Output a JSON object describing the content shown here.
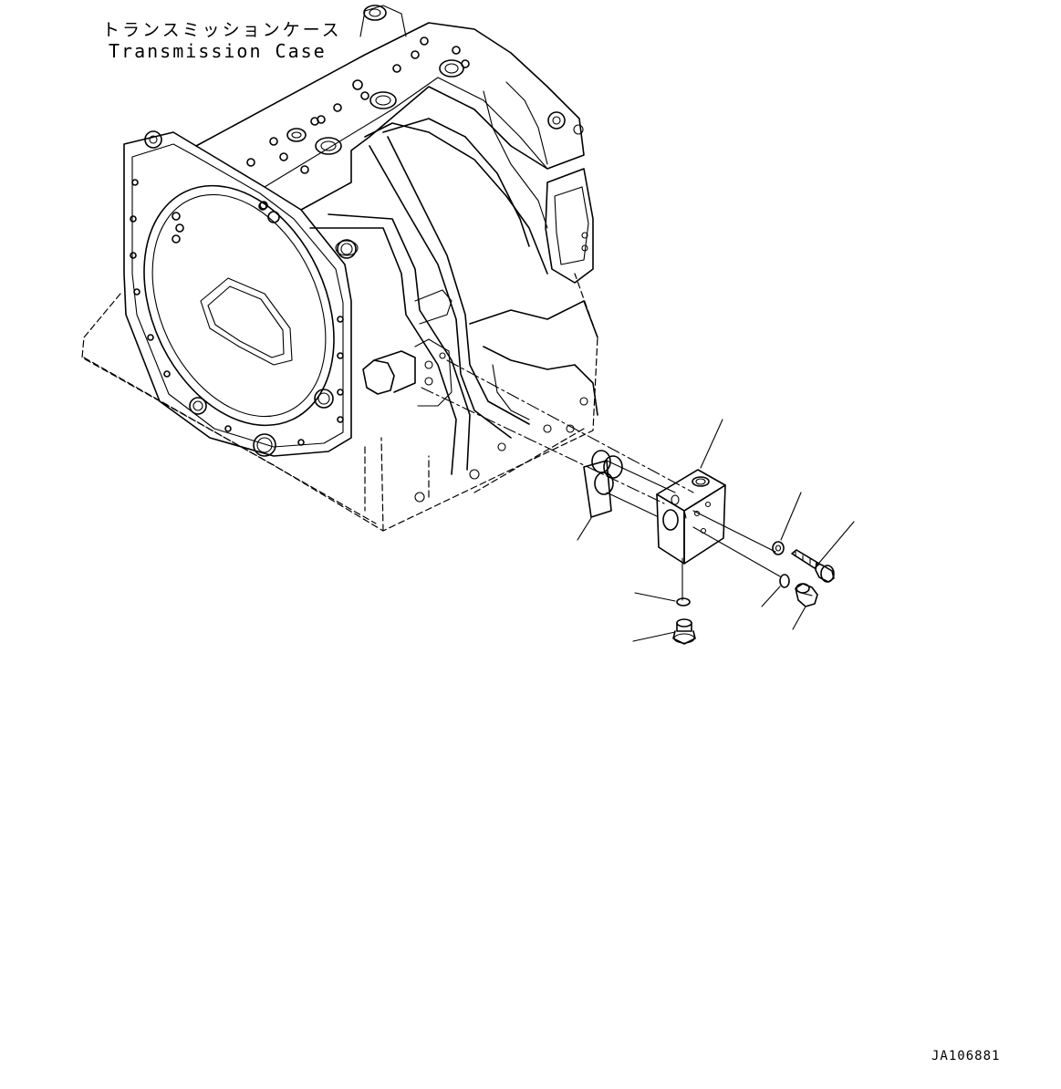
{
  "labels": {
    "title_ja": "トランスミッションケース",
    "title_en": "Transmission Case"
  },
  "drawing_id": "JA106881"
}
